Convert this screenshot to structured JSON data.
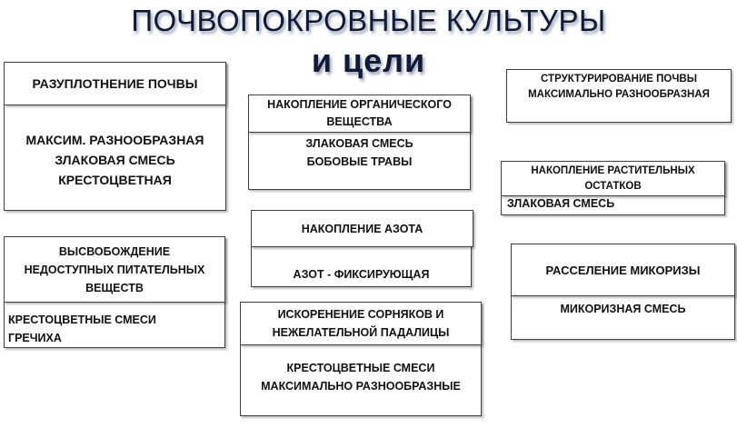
{
  "title": {
    "line1": "ПОЧВОПОКРОВНЫЕ  КУЛЬТУРЫ",
    "line2": "и   цели"
  },
  "cards": {
    "compaction": {
      "header": "РАЗУПЛОТНЕНИЕ ПОЧВЫ",
      "body": "МАКСИМ. РАЗНООБРАЗНАЯ\nЗЛАКОВАЯ СМЕСЬ\nКРЕСТОЦВЕТНАЯ"
    },
    "organic": {
      "header": "НАКОПЛЕНИЕ ОРГАНИЧЕСКОГО\nВЕЩЕСТВА",
      "body": "ЗЛАКОВАЯ СМЕСЬ\nБОБОВЫЕ ТРАВЫ"
    },
    "structure": {
      "header": "СТРУКТУРИРОВАНИЕ ПОЧВЫ",
      "body": "МАКСИМАЛЬНО РАЗНООБРАЗНАЯ"
    },
    "residue": {
      "header": "НАКОПЛЕНИЕ РАСТИТЕЛЬНЫХ\nОСТАТКОВ",
      "body": "ЗЛАКОВАЯ СМЕСЬ"
    },
    "nitrogen": {
      "header": "НАКОПЛЕНИЕ АЗОТА",
      "body": "АЗОТ - ФИКСИРУЮЩАЯ"
    },
    "nutrients": {
      "header": "ВЫСВОБОЖДЕНИЕ\nНЕДОСТУПНЫХ ПИТАТЕЛЬНЫХ\nВЕЩЕСТВ",
      "body": "КРЕСТОЦВЕТНЫЕ СМЕСИ\nГРЕЧИХА"
    },
    "mycorrhiza": {
      "header": "РАССЕЛЕНИЕ МИКОРИЗЫ",
      "body": "МИКОРИЗНАЯ СМЕСЬ"
    },
    "weeds": {
      "header": "ИСКОРЕНЕНИЕ СОРНЯКОВ И\nНЕЖЕЛАТЕЛЬНОЙ ПАДАЛИЦЫ",
      "body": "КРЕСТОЦВЕТНЫЕ СМЕСИ\nМАКСИМАЛЬНО РАЗНООБРАЗНЫЕ"
    }
  }
}
